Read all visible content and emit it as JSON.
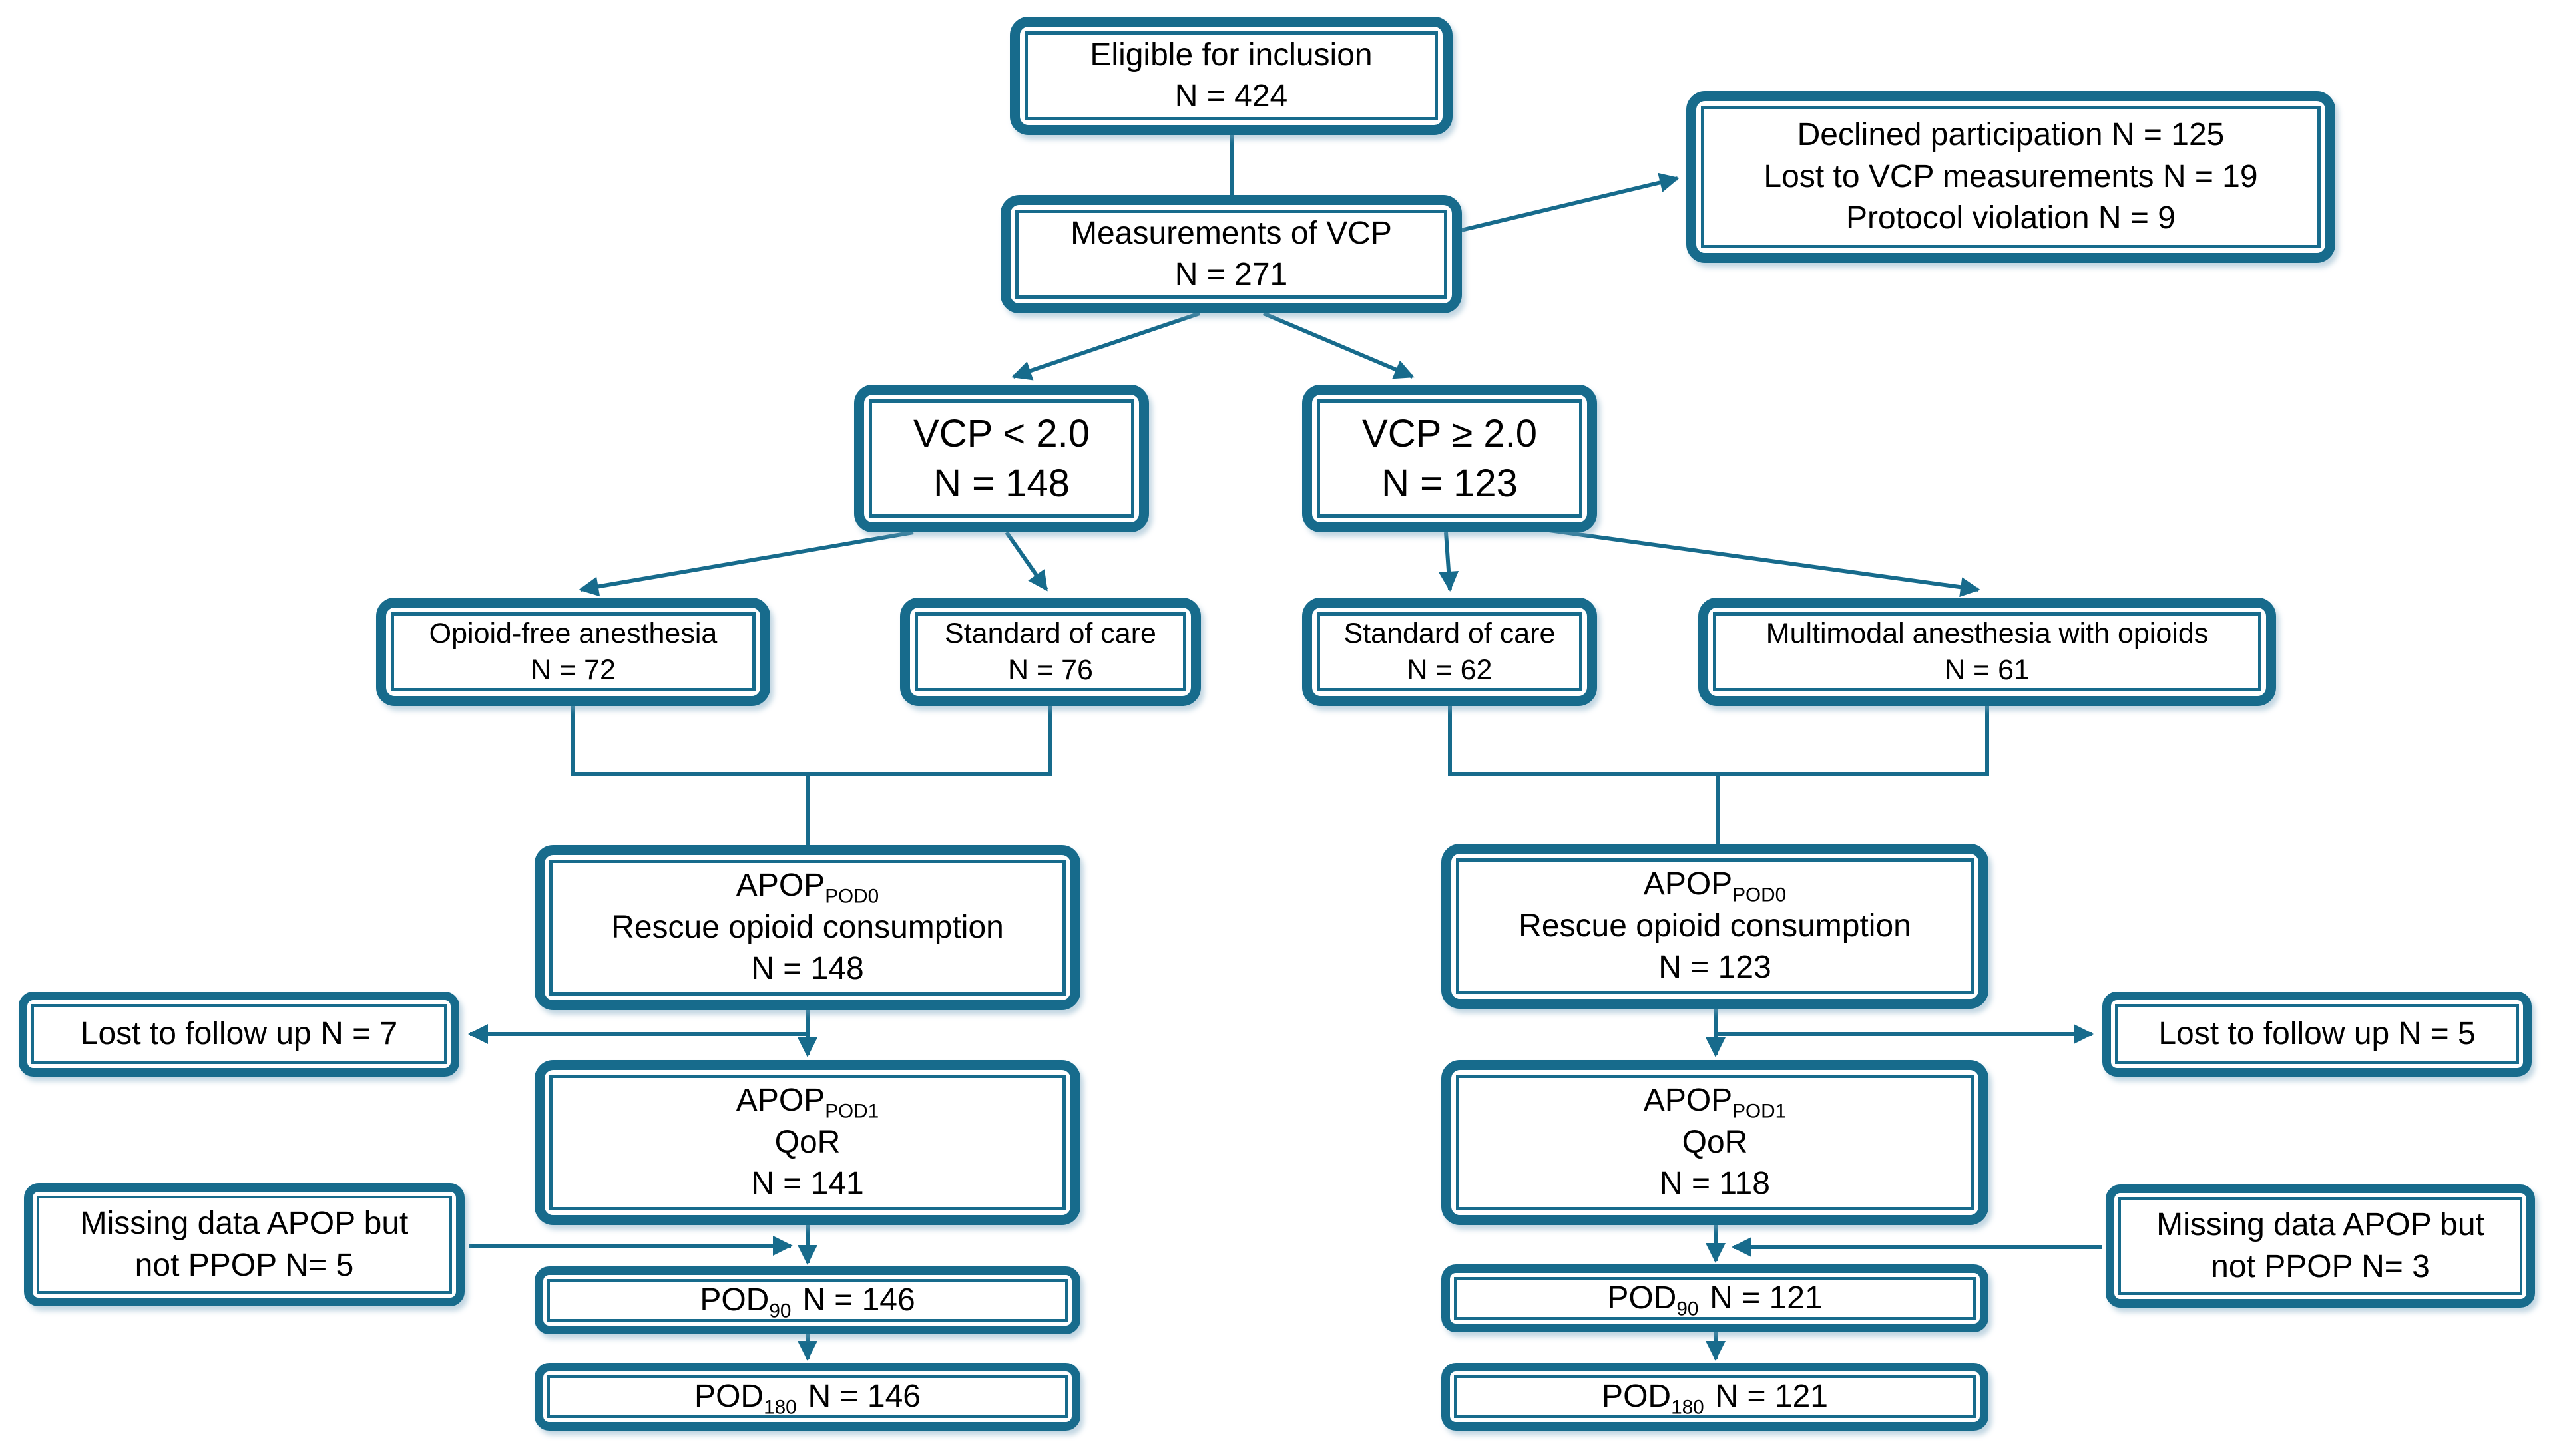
{
  "diagram": {
    "colors": {
      "accent": "#176B8C",
      "text": "#000000",
      "background": "#FFFFFF"
    },
    "boxes": {
      "eligible": {
        "line1": "Eligible for inclusion",
        "line2": "N = 424"
      },
      "exclusions": {
        "line1": "Declined participation N = 125",
        "line2": "Lost to VCP measurements N = 19",
        "line3": "Protocol violation N = 9"
      },
      "measurements": {
        "line1": "Measurements of VCP",
        "line2": "N = 271"
      },
      "vcp_low": {
        "line1": "VCP < 2.0",
        "line2": "N = 148"
      },
      "vcp_high": {
        "line1": "VCP ≥ 2.0",
        "line2": "N = 123"
      },
      "opioid_free": {
        "line1": "Opioid-free anesthesia",
        "line2": "N = 72"
      },
      "soc_left": {
        "line1": "Standard of care",
        "line2": "N = 76"
      },
      "soc_right": {
        "line1": "Standard of care",
        "line2": "N = 62"
      },
      "multimodal": {
        "line1": "Multimodal anesthesia with opioids",
        "line2": "N = 61"
      },
      "apop_pod0_left": {
        "acronym": "APOP",
        "subscript": "POD0",
        "line2": "Rescue opioid consumption",
        "line3": "N = 148"
      },
      "apop_pod0_right": {
        "acronym": "APOP",
        "subscript": "POD0",
        "line2": "Rescue opioid consumption",
        "line3": "N = 123"
      },
      "lost_left": {
        "text": "Lost to follow up N = 7"
      },
      "lost_right": {
        "text": "Lost to follow up N = 5"
      },
      "apop_pod1_left": {
        "acronym": "APOP",
        "subscript": "POD1",
        "line2": "QoR",
        "line3": "N = 141"
      },
      "apop_pod1_right": {
        "acronym": "APOP",
        "subscript": "POD1",
        "line2": "QoR",
        "line3": "N = 118"
      },
      "missing_left": {
        "line1": "Missing data APOP but",
        "line2": "not PPOP N= 5"
      },
      "missing_right": {
        "line1": "Missing data APOP but",
        "line2": "not PPOP N= 3"
      },
      "pod90_left": {
        "acronym": "POD",
        "subscript": "90",
        "rest": "N = 146"
      },
      "pod90_right": {
        "acronym": "POD",
        "subscript": "90",
        "rest": "N = 121"
      },
      "pod180_left": {
        "acronym": "POD",
        "subscript": "180",
        "rest": "N = 146"
      },
      "pod180_right": {
        "acronym": "POD",
        "subscript": "180",
        "rest": "N = 121"
      }
    }
  }
}
